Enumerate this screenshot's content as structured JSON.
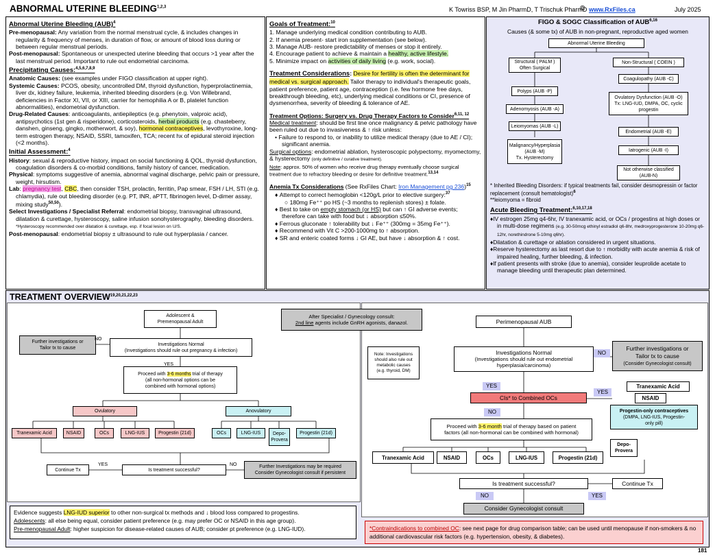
{
  "header": {
    "title": "ABNORMAL UTERINE BLEEDING",
    "title_refs": "1,2,3",
    "authors": "K Towriss BSP, M Jin PharmD, T Trischuk PharmD",
    "logo": "©",
    "link": "www.RxFiles.ca",
    "date": "July 2025"
  },
  "col1": {
    "aub_title": "Abnormal Uterine Bleeding (AUB)",
    "aub_ref": "4",
    "pre_label": "Pre-menopausal:",
    "pre_text": " Any variation from the normal menstrual cycle, & includes changes in regularity & frequency of menses, in duration of flow, or amount of blood loss during or between regular menstrual periods.",
    "post_label": "Post-menopausal:",
    "post_text": " Spontaneous or unexpected uterine bleeding that occurs >1 year after the last menstrual period. Important to rule out endometrial carcinoma.",
    "precip_title": "Precipitating Causes:",
    "precip_ref": "4,5,6,7,8,9",
    "anat_label": "Anatomic Causes:",
    "anat_text": " (see examples under FIGO classification at upper right).",
    "sys_label": "Systemic Causes:",
    "sys_text": " PCOS, obesity, uncontrolled DM, thyroid dysfunction, hyperprolactinemia, liver dx, kidney failure, leukemia, inherited bleeding disorders (e.g. Von Willebrand, deficiencies in Factor XI, VII, or XIII, carrier for hemophilia A or B, platelet function abnormalities), endometrial dysfunction.",
    "drug_label": "Drug-Related Causes",
    "drug_text1": ": anticoagulants, antiepileptics (e.g. phenytoin, valproic acid), antipsychotics (1st gen & risperidone), corticosteroids, ",
    "drug_hl1": "herbal products",
    "drug_text2": " (e.g. chasteberry, danshen, ginseng, gingko, motherwort, & soy), ",
    "drug_hl2": "hormonal contraceptives",
    "drug_text3": ", levothyroxine, long-term estrogen therapy, NSAID, SSRI, tamoxifen, TCA; recent hx of epidural steroid injection (<2 months).",
    "init_title": "Initial Assessment:",
    "init_ref": "4",
    "hist_label": "History",
    "hist_text": ": sexual & reproductive history, impact on social functioning & QOL, thyroid dysfunction, coagulation disorders & co-morbid conditions, family history of cancer, medication.",
    "phys_label": "Physical",
    "phys_text": ": symptoms suggestive of anemia, abnormal vaginal discharge, pelvic pain or pressure, weight, hirsutism.",
    "lab_label": "Lab",
    "lab_hl1": "pregnancy test",
    "lab_hl2": "CBC",
    "lab_text": ", then consider TSH, prolactin, ferritin, Pap smear, FSH / LH, STI (e.g. chlamydia), rule out bleeding disorder (e.g. PT, INR, aPTT, fibrinogen level, D-dimer assay, mixing study",
    "lab_ref": "50,50",
    "sel_label": "Select Investigations / Specialist Referral",
    "sel_text": ": endometrial biopsy, transvaginal ultrasound, dilatation & curettage, hysteroscopy, saline infusion sonohysterography, bleeding disorders. ",
    "sel_small": "*Hysteroscopy recommended over dilatation & curettage, esp. if focal lesion on U/S.",
    "pm_label": "Post-menopausal",
    "pm_text": ": endometrial biopsy ± ultrasound to rule out hyperplasia / cancer."
  },
  "col2": {
    "goals_title": "Goals of Treatment:",
    "goals_ref": "10",
    "goals": [
      "1. Manage underlying medical condition contributing to AUB.",
      "2. If anemia present- start iron supplementation (see below).",
      "3. Manage AUB- restore predictability of menses or stop it entirely."
    ],
    "goal4a": "4. Encourage patient to achieve & maintain a ",
    "goal4hl": "healthy, active lifestyle.",
    "goal5a": "5. Minimize impact on ",
    "goal5hl": "activities of daily living",
    "goal5b": " (e.g. work, social).",
    "tc_title": "Treatment Considerations",
    "tc_hl": "Desire for fertility is often the determinant for medical vs. surgical approach.",
    "tc_text": " Tailor therapy to individual's therapeutic goals, patient preference, patient age, contraception (i.e. few hormone free days, breakthrough bleeding, etc), underlying medical conditions or CI, presence of dysmenorrhea, severity of bleeding & tolerance of AE.",
    "to_title": "Treatment Options: Surgery vs. Drug Therapy Factors to Consider",
    "to_ref": "6,11, 12",
    "mt_label": "Medical treatment",
    "mt_text": ": should be first line once malignancy & pelvic pathology have been ruled out due to invasiveness & ↑ risk unless:",
    "mt_bullet": "Failure to respond to, or inability to utilize medical therapy (due to AE / CI); significant anemia.",
    "so_label": "Surgical options",
    "so_text": ":  endometrial ablation, hysteroscopic polypectomy, myomectomy, & hysterectomy ",
    "so_small": "(only definitive / curative treatment).",
    "note_label": "Note",
    "note_text": ": approx. 50% of women who receive drug therapy eventually choose surgical treatment due to refractory bleeding or desire for definitive treatment.",
    "note_ref": "13,14",
    "an_title": "Anemia Tx Considerations",
    "an_see": " (See RxFiles Chart: ",
    "an_link": "Iron Management pg 236",
    "an_end": ")",
    "an_ref": "15",
    "an_b1": "Attempt to correct hemoglobin <120g/L prior to elective surgery:",
    "an_b1_ref": "37",
    "an_b1_sub": "180mg Fe⁺⁺ po HS (~3 months to replenish stores) ± folate.",
    "an_b2a": "Best to take on ",
    "an_b2u": "empty stomach (or HS)",
    "an_b2b": " but can ↑ GI adverse events; therefore can take with food but ↓ absorption ≤50%.",
    "an_b3": "Ferrous gluconate ↑ tolerability but ↓ Fe⁺⁺ (300mg = 35mg Fe⁺⁺).",
    "an_b4": "Recommend with Vit C >200-1000mg to ↑ absorption.",
    "an_b5": "SR and enteric coated forms ↓ GI AE, but have ↓ absorption & ↑ cost."
  },
  "col3": {
    "figo_title": "FIGO & SOGC Classification of AUB",
    "figo_ref": "6,16",
    "figo_sub": "Causes (& some tx) of AUB in non-pregnant, reproductive aged women",
    "root": "Abnormal Uterine Bleeding",
    "structural": "Structural ( PALM )",
    "structural2": "Often Surgical",
    "nonstructural": "Non-Structural ( COEIN )",
    "polyps": "Polyps (AUB -P)",
    "adeno": "Adenomyosis (AUB -A)",
    "leio": "Leiomyomas (AUB -L)",
    "malig1": "Malignancy/Hyperplasia",
    "malig2": "(AUB -M)",
    "malig3": "Tx. Hysterectomy",
    "coag": "Coagulopathy (AUB -C)",
    "ovul1": "Ovulatory Dysfunction (AUB -O)",
    "ovul2": "Tx: LNG-IUD, DMPA, OC, cyclic progestin",
    "endo": "Endometrial (AUB -E)",
    "iatro": "Iatrogenic (AUB -I)",
    "nototh1": "Not otherwise classified",
    "nototh2": "(AUB-N)",
    "fn1": "* Inherited Bleeding Disorders: if typical treatments fail, consider desmopressin or factor replacement (consult hematologist)",
    "fn1_ref": "6",
    "fn2": "**leiomyoma = fibroid",
    "ab_title": "Acute Bleeding Treatment:",
    "ab_ref": "6,10,17,18",
    "ab_b1": "IV estrogen 25mg q4-6hr, IV tranexamic acid, or OCs / progestins at high doses or in multi-dose regimens ",
    "ab_b1_small": "(e.g. 30-50mcg ethinyl estradiol q6-8hr, medroxyprogesterone 10-20mg q6-12hr, norethindrone 5-10mg q6hr).",
    "ab_b2": "Dilatation & curettage or ablation considered in urgent situations.",
    "ab_b3": "Reserve hysterectomy as last resort due to ↑ morbidity with acute anemia & risk of impaired healing, further bleeding, & infection.",
    "ab_b4": "If patient presents with stroke (due to anemia), consider leuprolide acetate to manage bleeding until therapeutic plan determined."
  },
  "treat": {
    "title": "TREATMENT OVERVIEW",
    "title_ref": "19,20,21,22,23",
    "adol1": "Adolescent &",
    "adol2": "Premenopausal Adult",
    "further_l1": "Further investigations or",
    "further_l2": "Tailor tx to cause",
    "no": "NO",
    "yes": "YES",
    "inv_normal1": "Investigations Normal",
    "inv_normal2": "(Investigations should rule out pregnancy & infection)",
    "proceed_a": "Proceed with ",
    "proceed_hl": "3-6 months",
    "proceed_b": " trial of therapy",
    "proceed_c": "(all non-hormonal options can be",
    "proceed_d": "combined with hormonal options)",
    "ovulatory": "Ovulatory",
    "anovulatory": "Anovulatory",
    "l_txa": "Tranexamic Acid",
    "l_nsaid": "NSAID",
    "l_ocs": "OCs",
    "l_lng": "LNG-IUS",
    "l_prog": "Progestin (21d)",
    "r_ocs": "OCs",
    "r_lng": "LNG-IUS",
    "r_depo1": "Depo-",
    "r_depo2": "Provera",
    "r_prog": "Progestin (21d)",
    "continue": "Continue Tx",
    "successful": "Is treatment successful?",
    "furtherreq1": "Further Investigations may be required",
    "furtherreq2": "Consider Gynecologist consult if persistent",
    "after1": "After Specialist / Gynecology consult:",
    "after2a": "2nd line",
    "after2b": " agents include GnRH agonists, danazol.",
    "peri": "Perimenopausal AUB",
    "note1": "Note: Investigations",
    "note2": "should also rule out",
    "note3": "metabolic causes",
    "note4": "(e.g. thyroid, DM)",
    "p_inv1": "Investigations Normal",
    "p_inv2": "(Investigations should rule out endometrial",
    "p_inv3": "hyperplasia/carcinoma)",
    "p_further1": "Further investigations or",
    "p_further2": "Tailor tx to cause",
    "p_further3": "(Consider Gynecologist consult)",
    "cis": "CIs* to Combined OCs",
    "p_txa": "Tranexamic Acid",
    "p_nsaid": "NSAID",
    "p_poc1": "Progestin-only contraceptives",
    "p_poc2": "(DMPA, LNG-IUS, Progestin-",
    "p_poc3": "only pill)",
    "p_proc_a": "Proceed with ",
    "p_proc_hl": "3-6 month",
    "p_proc_b": " trial of therapy based on patient",
    "p_proc_c": "factors (all non-hormonal can be combined with hormonal)",
    "p_depo1": "Depo-",
    "p_depo2": "Provera",
    "p_l_txa": "Tranexamic Acid",
    "p_l_nsaid": "NSAID",
    "p_l_ocs": "OCs",
    "p_l_lng": "LNG-IUS",
    "p_l_prog": "Progestin (21d)",
    "p_succ": "Is treatment successful?",
    "p_cont": "Continue Tx",
    "p_gyn": "Consider Gynecologist consult"
  },
  "evidence": {
    "l1a": "Evidence suggests ",
    "l1hl": "LNG-IUD superior",
    "l1b": " to other non-surgical tx methods and ↓ blood loss compared to progestins.",
    "l2u": "Adolescents",
    "l2": ": all else being equal, consider patient preference (e.g. may prefer OC or NSAID in this age group).",
    "l3u": "Pre-menopausal Adult",
    "l3": ": higher suspicion for disease-related causes of AUB; consider pt preference (e.g. LNG-IUD)."
  },
  "contra": {
    "u": "*Contraindications to combined OC",
    "t": ": see next page for drug comparison table; can be used until menopause if non-smokers & no additional cardiovascular risk factors (e.g. hypertension, obesity, & diabetes)."
  },
  "page_number": "181"
}
